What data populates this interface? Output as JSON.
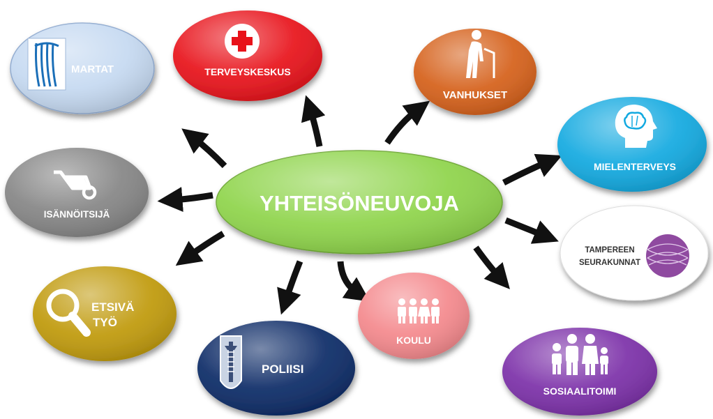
{
  "center": {
    "label": "YHTEISÖNEUVOJA",
    "color": "#8ed44a"
  },
  "nodes": {
    "martat": {
      "label": "MARTAT",
      "color": "#c5d9f1",
      "icon": "martat-logo"
    },
    "terveyskeskus": {
      "label": "TERVEYSKESKUS",
      "color": "#e8121a",
      "icon": "medical-cross-icon"
    },
    "vanhukset": {
      "label": "VANHUKSET",
      "color": "#d5601a",
      "icon": "elderly-person-icon"
    },
    "mielenterveys": {
      "label": "MIELENTERVEYS",
      "color": "#12a9e0",
      "icon": "brain-head-icon"
    },
    "seurakunnat": {
      "label_line1": "TAMPEREEN",
      "label_line2": "SEURAKUNNAT",
      "color": "#ffffff",
      "icon": "seurakunnat-logo"
    },
    "sosiaalitoimi": {
      "label": "SOSIAALITOIMI",
      "color": "#7b2fa8",
      "icon": "family-icon"
    },
    "koulu": {
      "label": "KOULU",
      "color": "#f4888c",
      "icon": "children-icon"
    },
    "poliisi": {
      "label": "POLIISI",
      "color": "#0c2a66",
      "icon": "police-emblem"
    },
    "etsiva": {
      "label_line1": "ETSIVÄ",
      "label_line2": "TYÖ",
      "color": "#c09a0c",
      "icon": "magnifier-icon"
    },
    "isannoitsija": {
      "label": "ISÄNNÖITSIJÄ",
      "color": "#858585",
      "icon": "wheelbarrow-icon"
    }
  }
}
